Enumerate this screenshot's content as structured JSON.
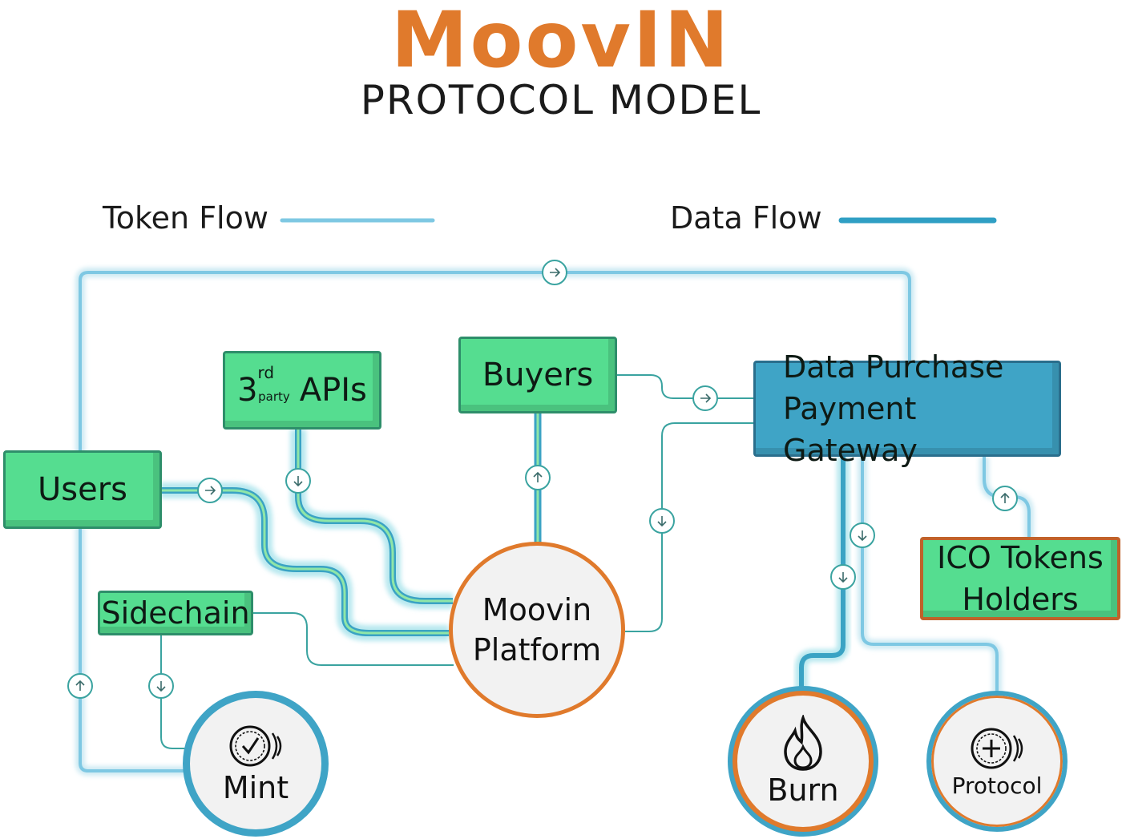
{
  "header": {
    "brand": "MoovIN",
    "subtitle": "PROTOCOL  MODEL"
  },
  "legend": {
    "token_flow_label": "Token Flow",
    "data_flow_label": "Data Flow"
  },
  "nodes": {
    "users": "Users",
    "third_party_apis": {
      "number": "3",
      "superscript": "rd",
      "subscript": "party",
      "label": "APIs"
    },
    "buyers": "Buyers",
    "gateway": {
      "line1": "Data Purchase",
      "line2": "Payment Gateway"
    },
    "sidechain": "Sidechain",
    "platform": {
      "line1": "Moovin",
      "line2": "Platform"
    },
    "ico_holders": {
      "line1": "ICO Tokens",
      "line2": "Holders"
    },
    "mint": "Mint",
    "burn": "Burn",
    "protocol": "Protocol"
  },
  "colors": {
    "brand_orange": "#e07a2c",
    "node_green": "#55dd90",
    "gateway_blue": "#3fa4c6",
    "token_flow_line": "#7ec8e3",
    "data_flow_line": "#2f9fc4",
    "thin_link": "#3aa3a0"
  },
  "icons": {
    "arrow_markers": [
      "arrow-right-icon",
      "arrow-down-icon",
      "arrow-up-icon"
    ],
    "mint_icon": "coin-check-icon",
    "burn_icon": "flame-icon",
    "protocol_icon": "coin-plus-icon"
  }
}
